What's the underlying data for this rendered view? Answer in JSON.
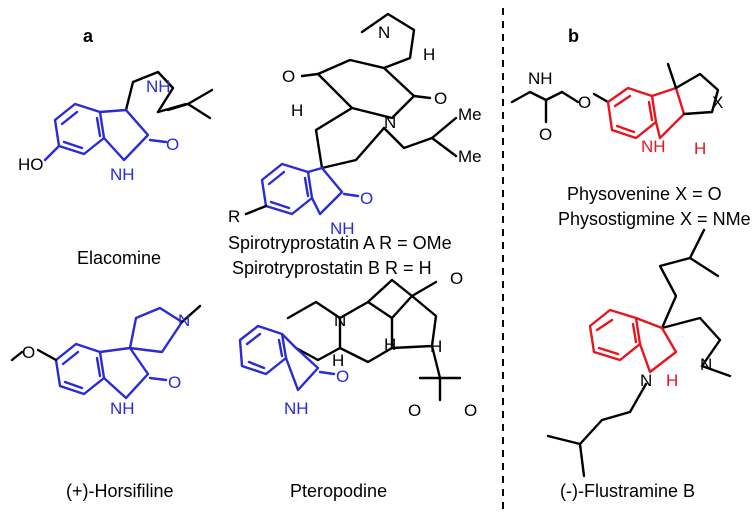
{
  "panels": {
    "a": "a",
    "b": "b"
  },
  "compounds": {
    "elacomine": "Elacomine",
    "spirotryprostatin_a": "Spirotryprostatin A R = OMe",
    "spirotryprostatin_b": "Spirotryprostatin B R = H",
    "horsifiline": "(+)-Horsifiline",
    "pteropodine": "Pteropodine",
    "physovenine": "Physovenine X = O",
    "physostigmine": "Physostigmine X = NMe",
    "flustramine": "(-)-Flustramine B"
  },
  "atoms": {
    "nh": "NH",
    "n": "N",
    "o": "O",
    "h": "H",
    "ho": "HO",
    "me": "Me",
    "r": "R",
    "x": "X"
  },
  "colors": {
    "scaffold_a": "#2a2ad6",
    "scaffold_b": "#e8141e",
    "text": "#000000"
  }
}
